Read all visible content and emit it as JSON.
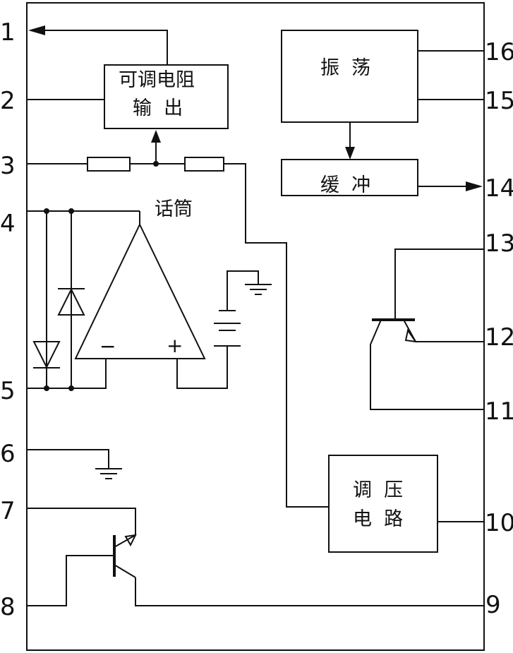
{
  "pins": {
    "p1": "1",
    "p2": "2",
    "p3": "3",
    "p4": "4",
    "p5": "5",
    "p6": "6",
    "p7": "7",
    "p8": "8",
    "p9": "9",
    "p10": "10",
    "p11": "11",
    "p12": "12",
    "p13": "13",
    "p14": "14",
    "p15": "15",
    "p16": "16"
  },
  "blocks": {
    "adjustable_resistor_line1": "可调电阻",
    "adjustable_resistor_line2": "输  出",
    "oscillator": "振  荡",
    "buffer": "缓  冲",
    "microphone": "话筒",
    "regulator_line1": "调  压",
    "regulator_line2": "电  路"
  },
  "opamp": {
    "minus": "−",
    "plus": "+"
  }
}
